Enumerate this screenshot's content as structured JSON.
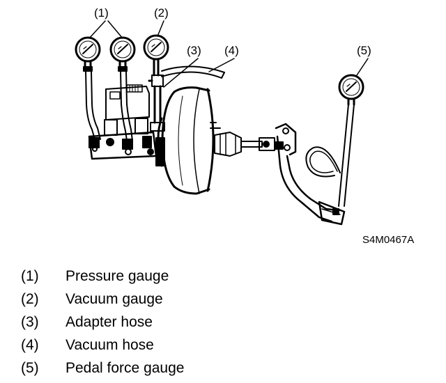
{
  "diagram": {
    "callouts": [
      "(1)",
      "(2)",
      "(3)",
      "(4)",
      "(5)"
    ],
    "figure_id": "S4M0467A"
  },
  "legend": [
    {
      "num": "(1)",
      "text": "Pressure gauge"
    },
    {
      "num": "(2)",
      "text": "Vacuum gauge"
    },
    {
      "num": "(3)",
      "text": "Adapter hose"
    },
    {
      "num": "(4)",
      "text": "Vacuum hose"
    },
    {
      "num": "(5)",
      "text": "Pedal force gauge"
    }
  ]
}
